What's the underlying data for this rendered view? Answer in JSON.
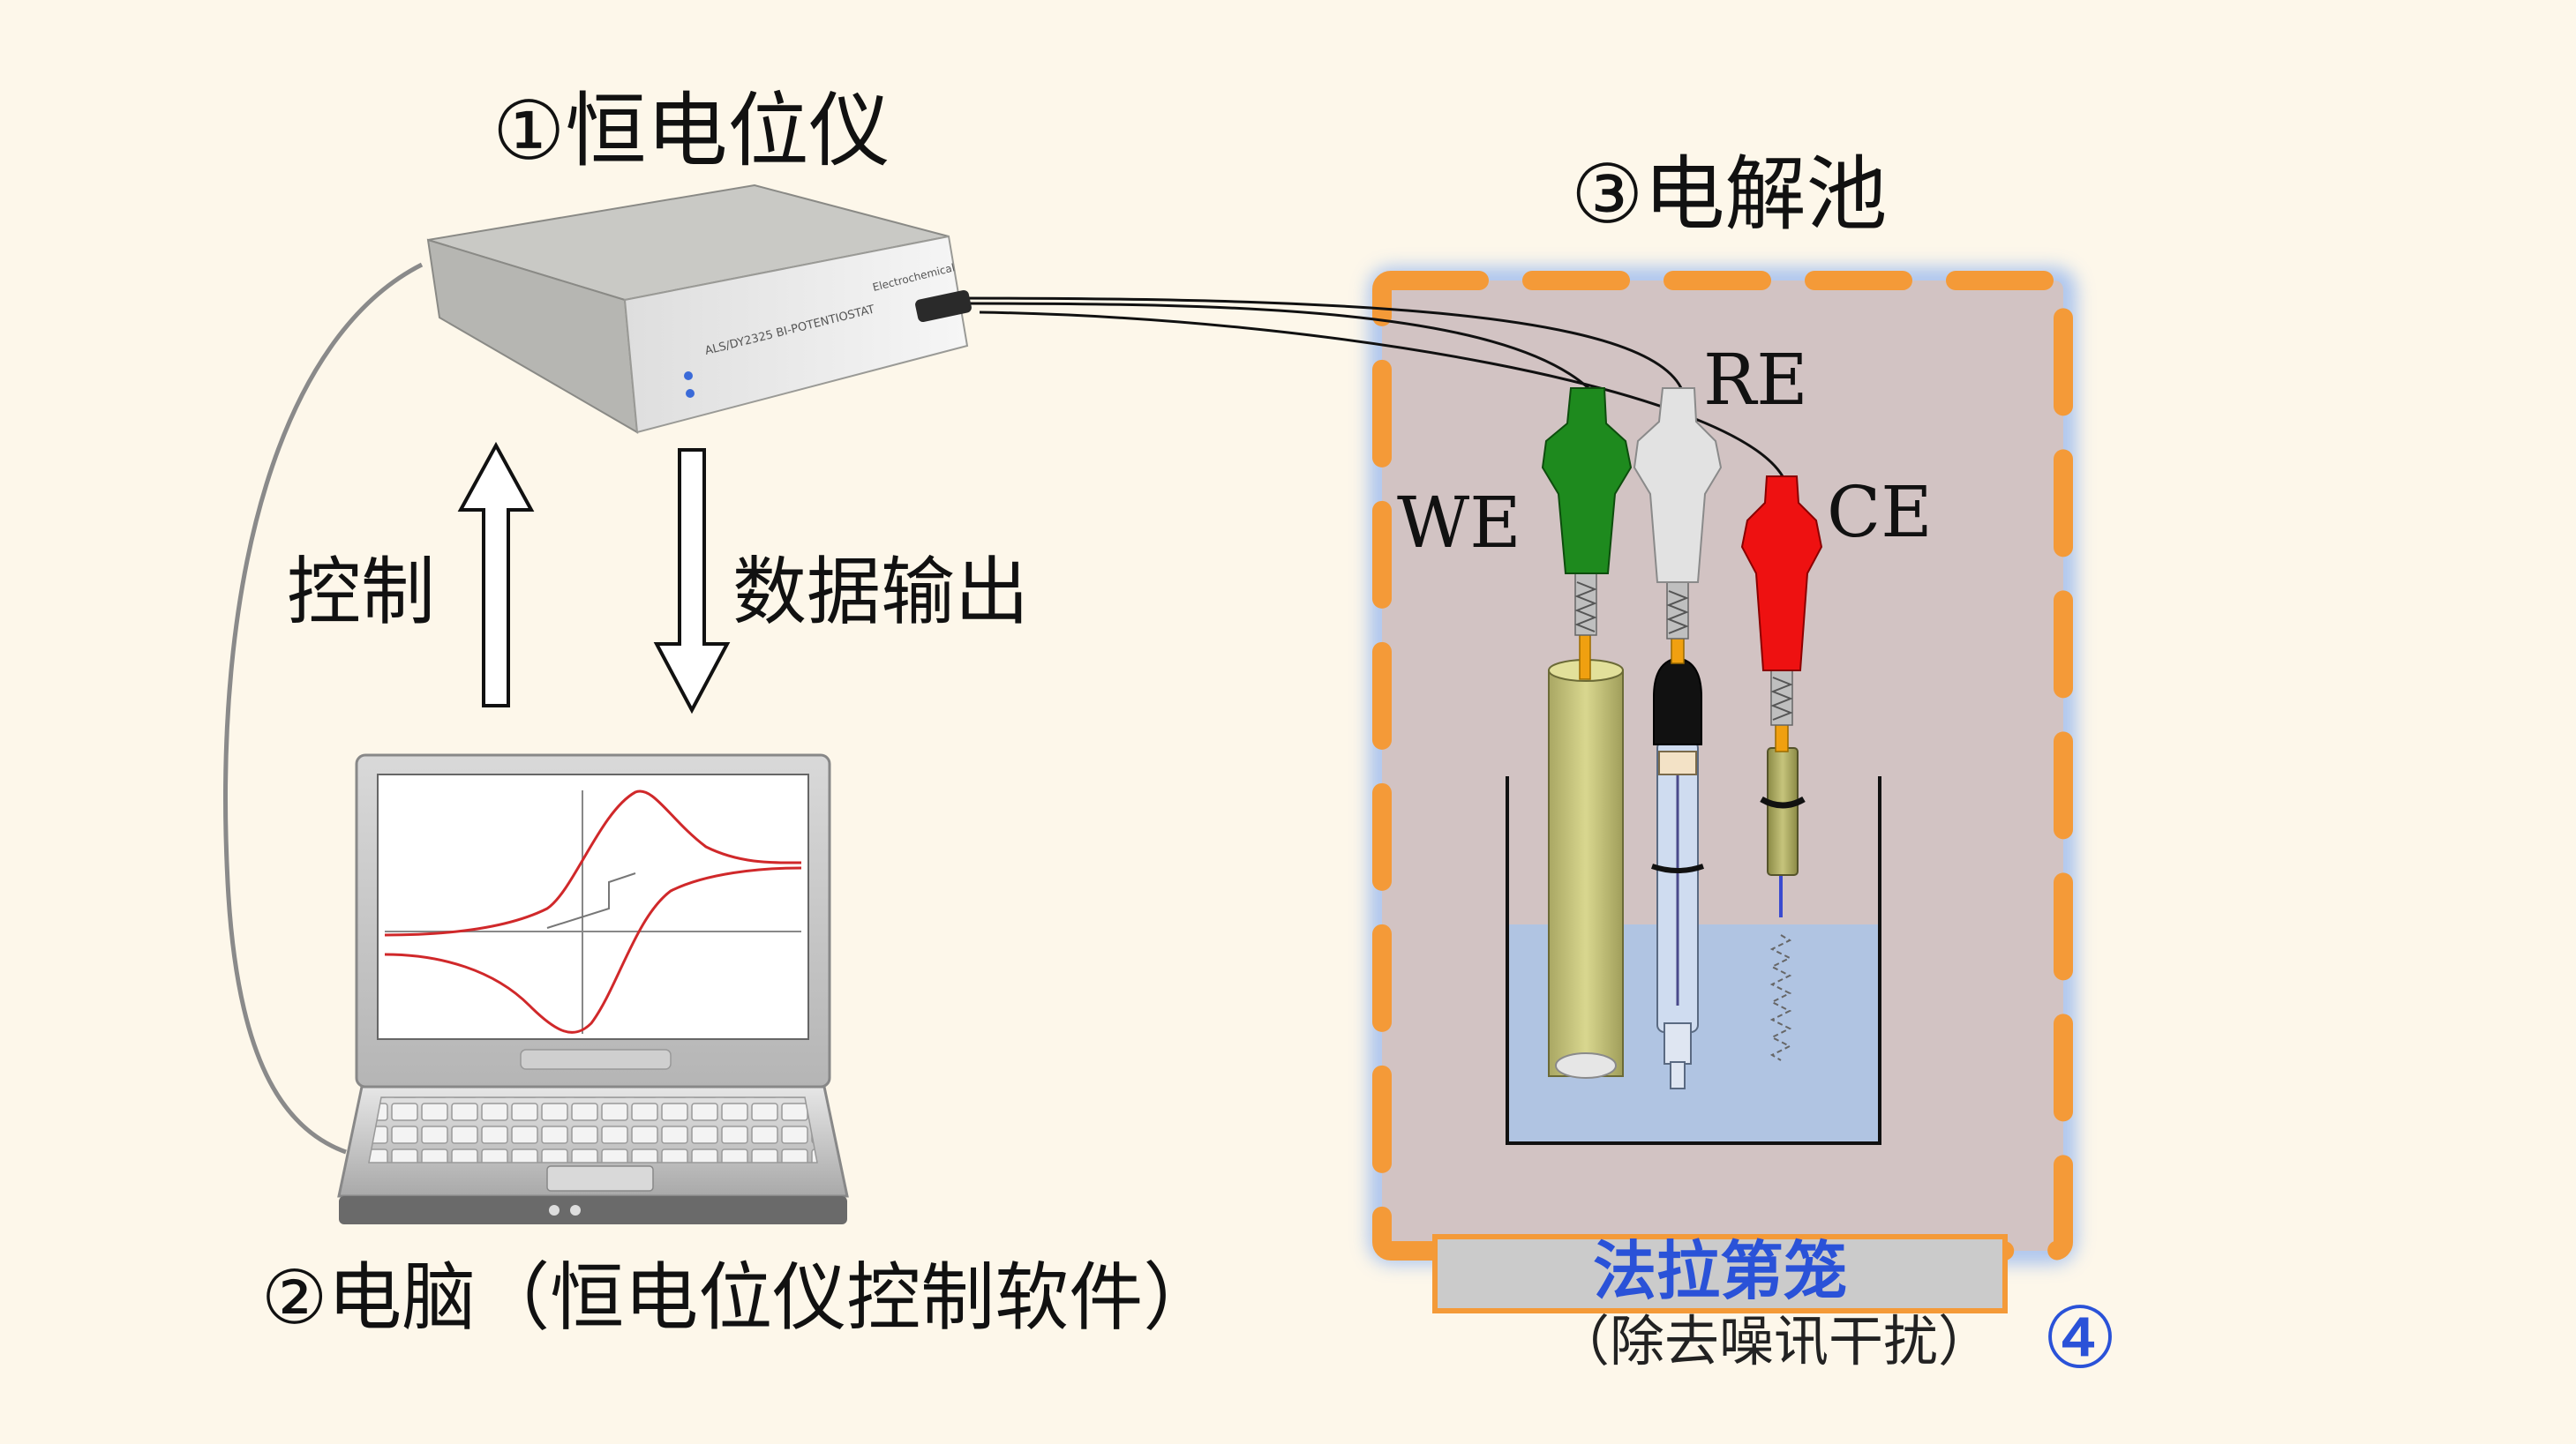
{
  "labels": {
    "potentiostat": "①恒电位仪",
    "computer": "②电脑（恒电位仪控制软件）",
    "cell": "③电解池",
    "control": "控制",
    "data_output": "数据输出",
    "faraday_cage": "法拉第笼",
    "noise_removal": "（除去噪讯干扰）",
    "cage_number": "④"
  },
  "electrodes": {
    "we": "WE",
    "re": "RE",
    "ce": "CE"
  },
  "device_text": {
    "model": "ALS/DY2325 BI-POTENTIOSTAT",
    "brand": "Electrochemical"
  },
  "colors": {
    "we_clip": "#1e8a1e",
    "re_clip": "#e2e2e2",
    "ce_clip": "#ee1111",
    "cage_dash": "#f49a38",
    "cage_glow": "#8fb3f0",
    "cage_fill": "#d2c3c3",
    "solution": "#aac4e8",
    "cv_curve": "#d0282a",
    "cage_text": "#2a52d8"
  }
}
